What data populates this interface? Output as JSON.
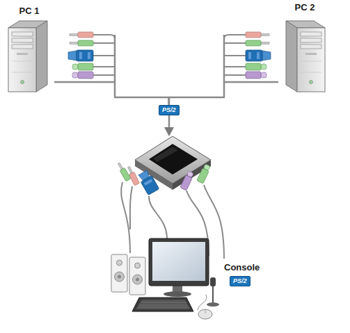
{
  "diagram": {
    "nodes": [
      {
        "text": [
          "PC 1"
        ]
      },
      {
        "text": [
          "PC 2"
        ]
      },
      {
        "text": [
          "PS/2"
        ]
      },
      {
        "text": [
          "PS/2"
        ]
      }
    ],
    "edges": [
      {
        "from": 0,
        "to": 2,
        "arrow": "none"
      },
      {
        "from": 1,
        "to": 2,
        "arrow": "none"
      }
    ],
    "labels": [
      "Console"
    ]
  }
}
